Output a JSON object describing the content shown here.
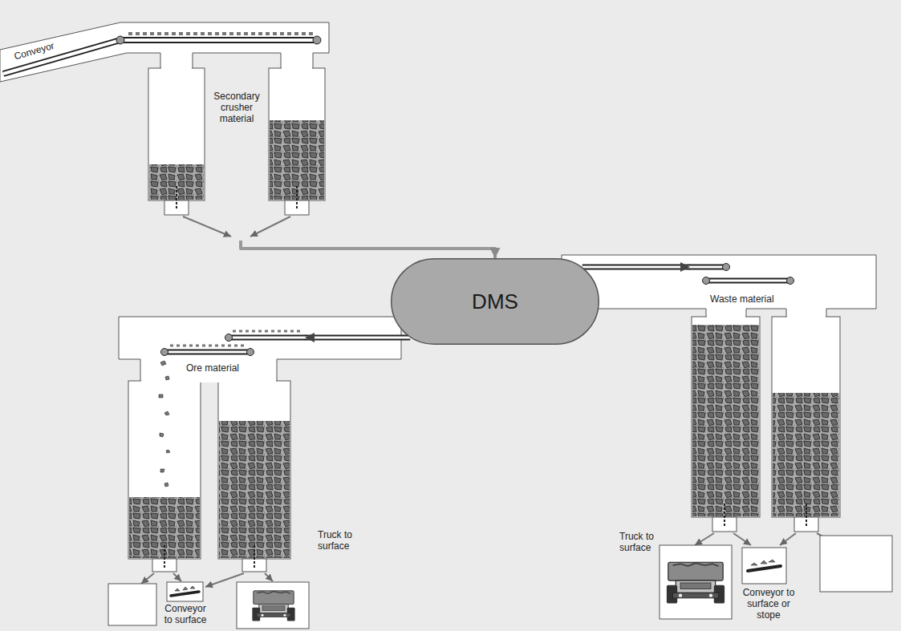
{
  "diagram": {
    "nodes": [
      {
        "text": [
          "Secondary crusher material"
        ]
      },
      {
        "text": [
          "DMS"
        ]
      },
      {
        "text": [
          "Ore material"
        ]
      },
      {
        "text": [
          "Waste material"
        ]
      }
    ],
    "edges": [
      {
        "from": 0,
        "to": 1,
        "arrow": "to"
      },
      {
        "from": 1,
        "to": 2,
        "arrow": "to"
      },
      {
        "from": 1,
        "to": 3,
        "arrow": "to"
      }
    ],
    "labels": [
      "Conveyor",
      "Truck to surface",
      "Conveyor to surface",
      "Truck to surface",
      "Conveyor to surface or stope"
    ]
  }
}
